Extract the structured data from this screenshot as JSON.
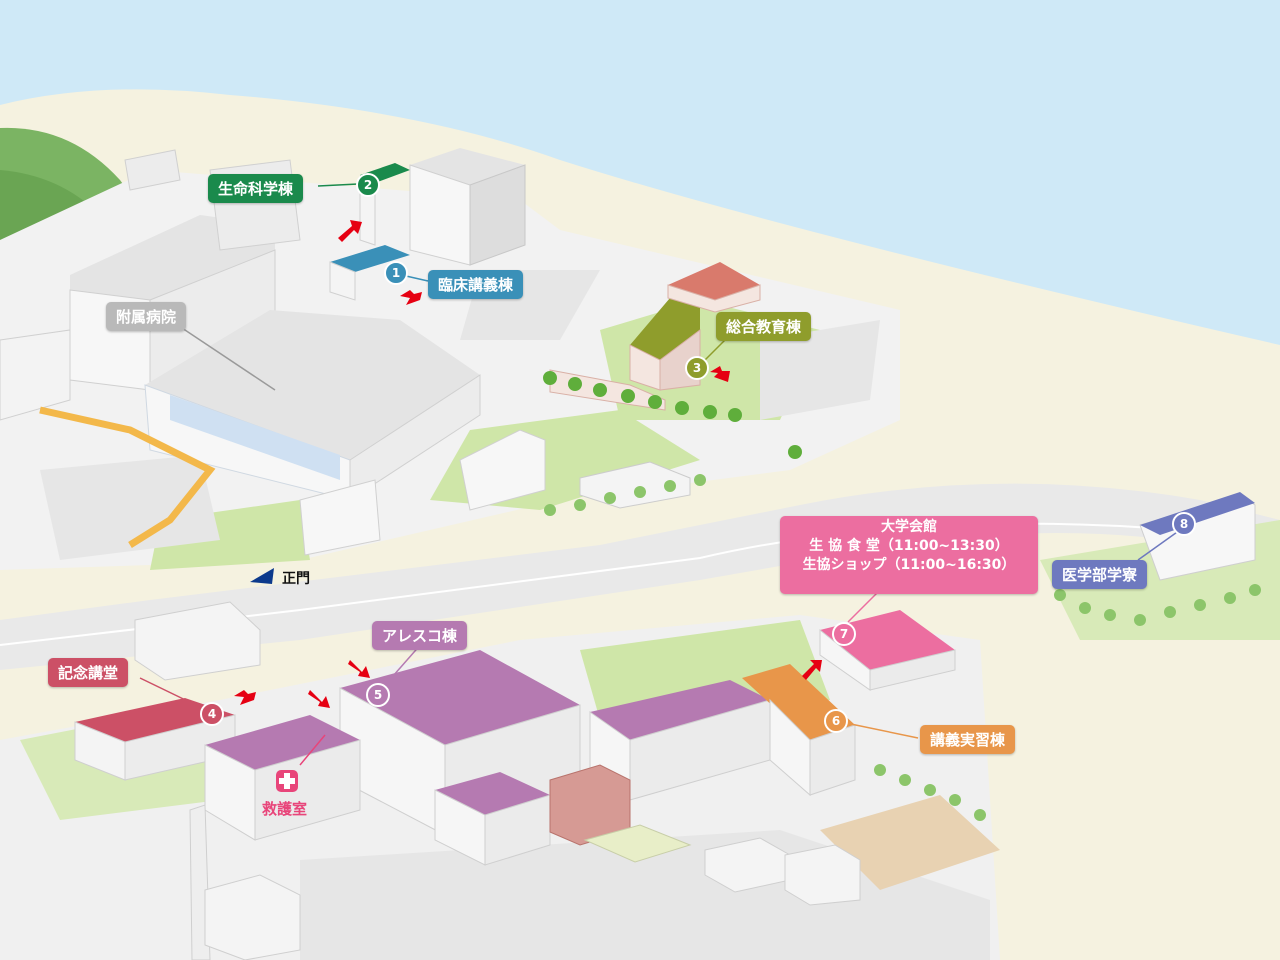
{
  "colors": {
    "sea": "#cfe9f7",
    "ground": "#f5f2e0",
    "road": "#e9e9e9",
    "lawn": "#cfe6a8",
    "hill": "#7bb463",
    "building_top": "#e4e4e4",
    "arrow": "#e60012"
  },
  "buildings": [
    {
      "name": "生命科学棟",
      "number": "2",
      "color": "#1a8a4c"
    },
    {
      "name": "臨床講義棟",
      "number": "1",
      "color": "#3a90b8"
    },
    {
      "name": "総合教育棟",
      "number": "3",
      "color": "#8f9d2c"
    },
    {
      "name": "記念講堂",
      "number": "4",
      "color": "#cc5066"
    },
    {
      "name": "アレスコ棟",
      "number": "5",
      "color": "#b57ab1"
    },
    {
      "name": "講義実習棟",
      "number": "6",
      "color": "#e8964a"
    },
    {
      "name": "医学部学寮",
      "number": "8",
      "color": "#6e79bf"
    }
  ],
  "hospital": {
    "name": "附属病院",
    "color": "#b9b9b9"
  },
  "gate": {
    "name": "正門",
    "color": "#0c3a8c"
  },
  "first_aid": {
    "name": "救護室",
    "icon": "red-cross-icon"
  },
  "kaikan": {
    "number": "7",
    "color": "#ec6ea0",
    "line1": "大学会館",
    "line2": "生 協 食 堂（11:00~13:30）",
    "line3": "生協ショップ（11:00~16:30）"
  }
}
